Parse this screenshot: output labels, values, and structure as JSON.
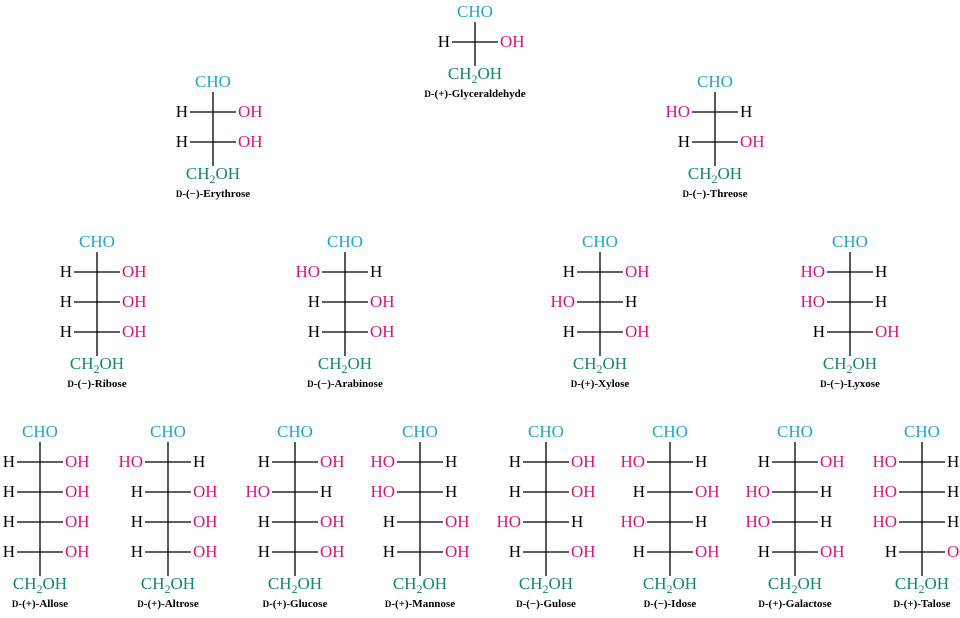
{
  "colors": {
    "aldehyde": "#22A6C9",
    "hydroxyl": "#D4197B",
    "hydroxymethyl": "#15876A",
    "hydrogen": "#000000",
    "bond": "#000000"
  },
  "labels": {
    "aldehyde": "CHO",
    "h": "H",
    "oh": "OH",
    "ho": "HO",
    "ch2oh_pre": "CH",
    "ch2oh_sub": "2",
    "ch2oh_post": "OH",
    "config": "D",
    "dash": "-"
  },
  "molecules": [
    {
      "name": "-(+)-Glyceraldehyde",
      "centers": [
        "R"
      ]
    },
    {
      "name": "-(−)-Erythrose",
      "centers": [
        "R",
        "R"
      ]
    },
    {
      "name": "-(−)-Threose",
      "centers": [
        "L",
        "R"
      ]
    },
    {
      "name": "-(−)-Ribose",
      "centers": [
        "R",
        "R",
        "R"
      ]
    },
    {
      "name": "-(−)-Arabinose",
      "centers": [
        "L",
        "R",
        "R"
      ]
    },
    {
      "name": "-(+)-Xylose",
      "centers": [
        "R",
        "L",
        "R"
      ]
    },
    {
      "name": "-(−)-Lyxose",
      "centers": [
        "L",
        "L",
        "R"
      ]
    },
    {
      "name": "-(+)-Allose",
      "centers": [
        "R",
        "R",
        "R",
        "R"
      ]
    },
    {
      "name": "-(+)-Altrose",
      "centers": [
        "L",
        "R",
        "R",
        "R"
      ]
    },
    {
      "name": "-(+)-Glucose",
      "centers": [
        "R",
        "L",
        "R",
        "R"
      ]
    },
    {
      "name": "-(+)-Mannose",
      "centers": [
        "L",
        "L",
        "R",
        "R"
      ]
    },
    {
      "name": "-(−)-Gulose",
      "centers": [
        "R",
        "R",
        "L",
        "R"
      ]
    },
    {
      "name": "-(−)-Idose",
      "centers": [
        "L",
        "R",
        "L",
        "R"
      ]
    },
    {
      "name": "-(+)-Galactose",
      "centers": [
        "R",
        "L",
        "L",
        "R"
      ]
    },
    {
      "name": "-(+)-Talose",
      "centers": [
        "L",
        "L",
        "L",
        "R"
      ]
    }
  ]
}
